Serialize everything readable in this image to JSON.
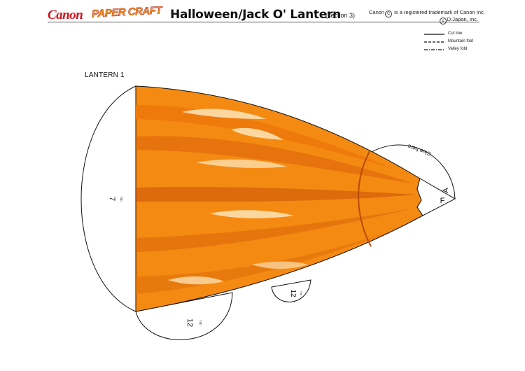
{
  "header": {
    "brand": "Canon",
    "product_logo": "PAPER CRAFT",
    "title": "Halloween/Jack O' Lantern",
    "section": "(section 3)",
    "trademark_prefix": "Canon",
    "trademark_suffix": "is a registered trademark of Canon Inc.",
    "copyright": "D.Japan, Inc."
  },
  "legend": {
    "items": [
      {
        "label": "Cut line",
        "style": "solid"
      },
      {
        "label": "Mountain fold",
        "style": "dashed"
      },
      {
        "label": "Valley fold",
        "style": "dash-dot"
      }
    ]
  },
  "part": {
    "name": "LANTERN 1",
    "glue_text": "Glue here",
    "tab_left_number": "7",
    "tab_bottom_number": "12",
    "tab_small_number": "12",
    "tab_word": "Tab",
    "corner_a": "A",
    "corner_f": "F"
  },
  "colors": {
    "orange_main": "#f58a12",
    "orange_light": "#f9a53a",
    "orange_dark": "#d8600a",
    "highlight": "#fde0b0",
    "brand_red": "#d0101a"
  }
}
